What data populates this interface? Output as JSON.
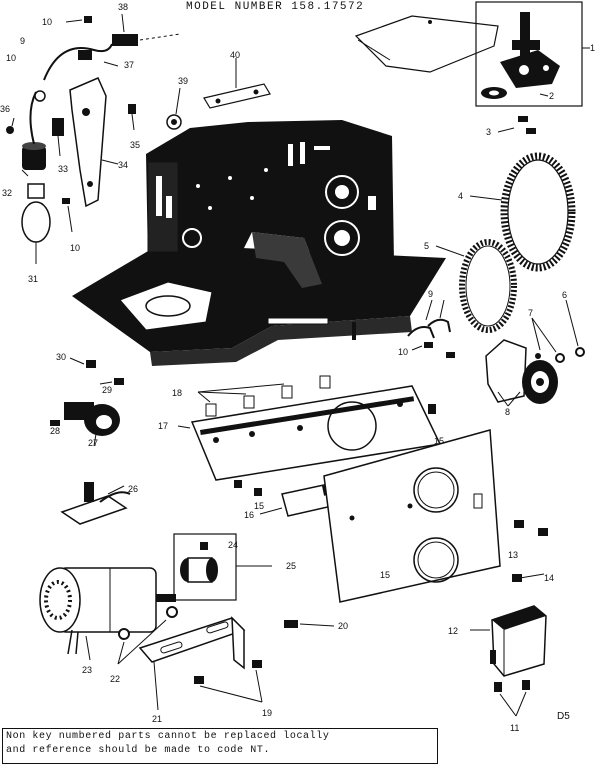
{
  "title": "MODEL NUMBER 158.17572",
  "page_code": "D5",
  "notice_lines": [
    "Non key numbered parts cannot be replaced locally",
    "and reference should be made to code NT."
  ],
  "labels": {
    "l1": "1",
    "l2": "2",
    "l3": "3",
    "l4": "4",
    "l5": "5",
    "l6": "6",
    "l7": "7",
    "l8": "8",
    "l9": "9",
    "l9b": "9",
    "l10a": "10",
    "l10b": "10",
    "l10c": "10",
    "l10d": "10",
    "l11": "11",
    "l12": "12",
    "l13": "13",
    "l14": "14",
    "l15a": "15",
    "l15b": "15",
    "l15c": "15",
    "l16": "16",
    "l17": "17",
    "l18": "18",
    "l19": "19",
    "l20": "20",
    "l21": "21",
    "l22": "22",
    "l23": "23",
    "l24": "24",
    "l25": "25",
    "l26": "26",
    "l27": "27",
    "l28": "28",
    "l29": "29",
    "l30": "30",
    "l31": "31",
    "l32": "32",
    "l33": "33",
    "l34": "34",
    "l35": "35",
    "l36": "36",
    "l37": "37",
    "l38": "38",
    "l39": "39",
    "l40": "40"
  }
}
